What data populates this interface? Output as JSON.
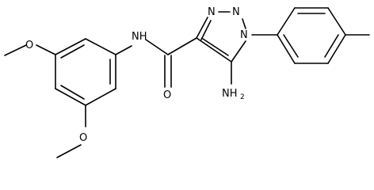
{
  "molecule": {
    "labels": {
      "triazole_n2": "N",
      "triazole_n3": "N",
      "triazole_n1": "N",
      "amide_nh": "NH",
      "amide_o": "O",
      "methoxy_top_o": "O",
      "methoxy_bottom_o": "O",
      "amine_n": "NH",
      "amine_sub": "2"
    }
  }
}
